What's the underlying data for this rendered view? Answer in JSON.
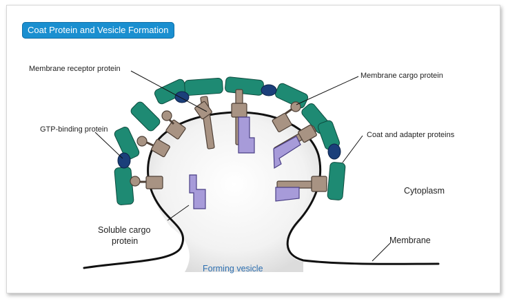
{
  "title": "Coat Protein and Vesicle Formation",
  "labels": {
    "membrane_receptor": "Membrane receptor protein",
    "membrane_cargo": "Membrane cargo protein",
    "gtp_binding": "GTP-binding protein",
    "coat_adapter": "Coat and adapter proteins",
    "cytoplasm": "Cytoplasm",
    "soluble_cargo_line1": "Soluble cargo",
    "soluble_cargo_line2": "protein",
    "membrane": "Membrane",
    "forming_vesicle": "Forming vesicle"
  },
  "colors": {
    "coat": "#1e8a73",
    "gtp": "#1b3f7a",
    "receptor": "#a89383",
    "cargo": "#a79bd9",
    "title_bg": "#1a8fd0"
  }
}
